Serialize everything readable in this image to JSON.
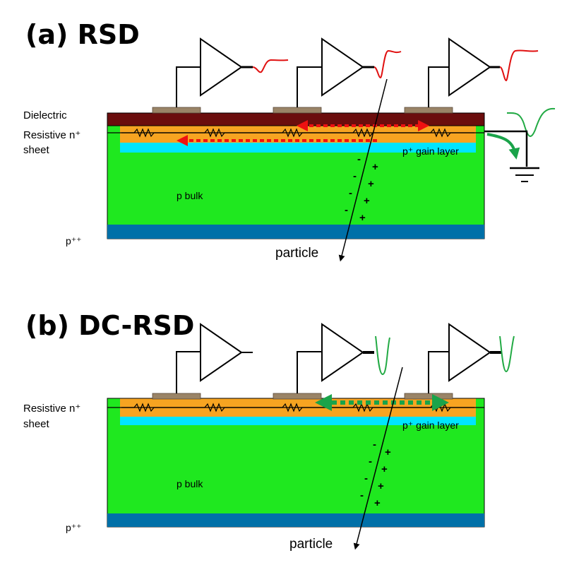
{
  "panel_a": {
    "title": "(a) RSD",
    "label_dielectric": "Dielectric",
    "label_resistive_1": "Resistive n⁺",
    "label_resistive_2": "sheet",
    "label_gain": "p⁺ gain layer",
    "label_bulk": "p bulk",
    "label_pplus": "p⁺⁺",
    "label_particle": "particle",
    "minus_sign": "-",
    "plus_sign": "+"
  },
  "panel_b": {
    "title": "(b) DC-RSD",
    "label_resistive_1": "Resistive n⁺",
    "label_resistive_2": "sheet",
    "label_gain": "p⁺ gain layer",
    "label_bulk": "p bulk",
    "label_pplus": "p⁺⁺",
    "label_particle": "particle",
    "minus_sign": "-",
    "plus_sign": "+"
  },
  "colors": {
    "dielectric": "#6b0d0d",
    "resistive": "#f7a421",
    "gain": "#00e5ff",
    "bulk": "#1fe81f",
    "pplus": "#0070a8",
    "pad": "#9a8467",
    "red_arrow": "#ee1111",
    "green_arrow": "#1aa34a",
    "signal_red": "#e01010",
    "signal_green": "#22aa44"
  }
}
